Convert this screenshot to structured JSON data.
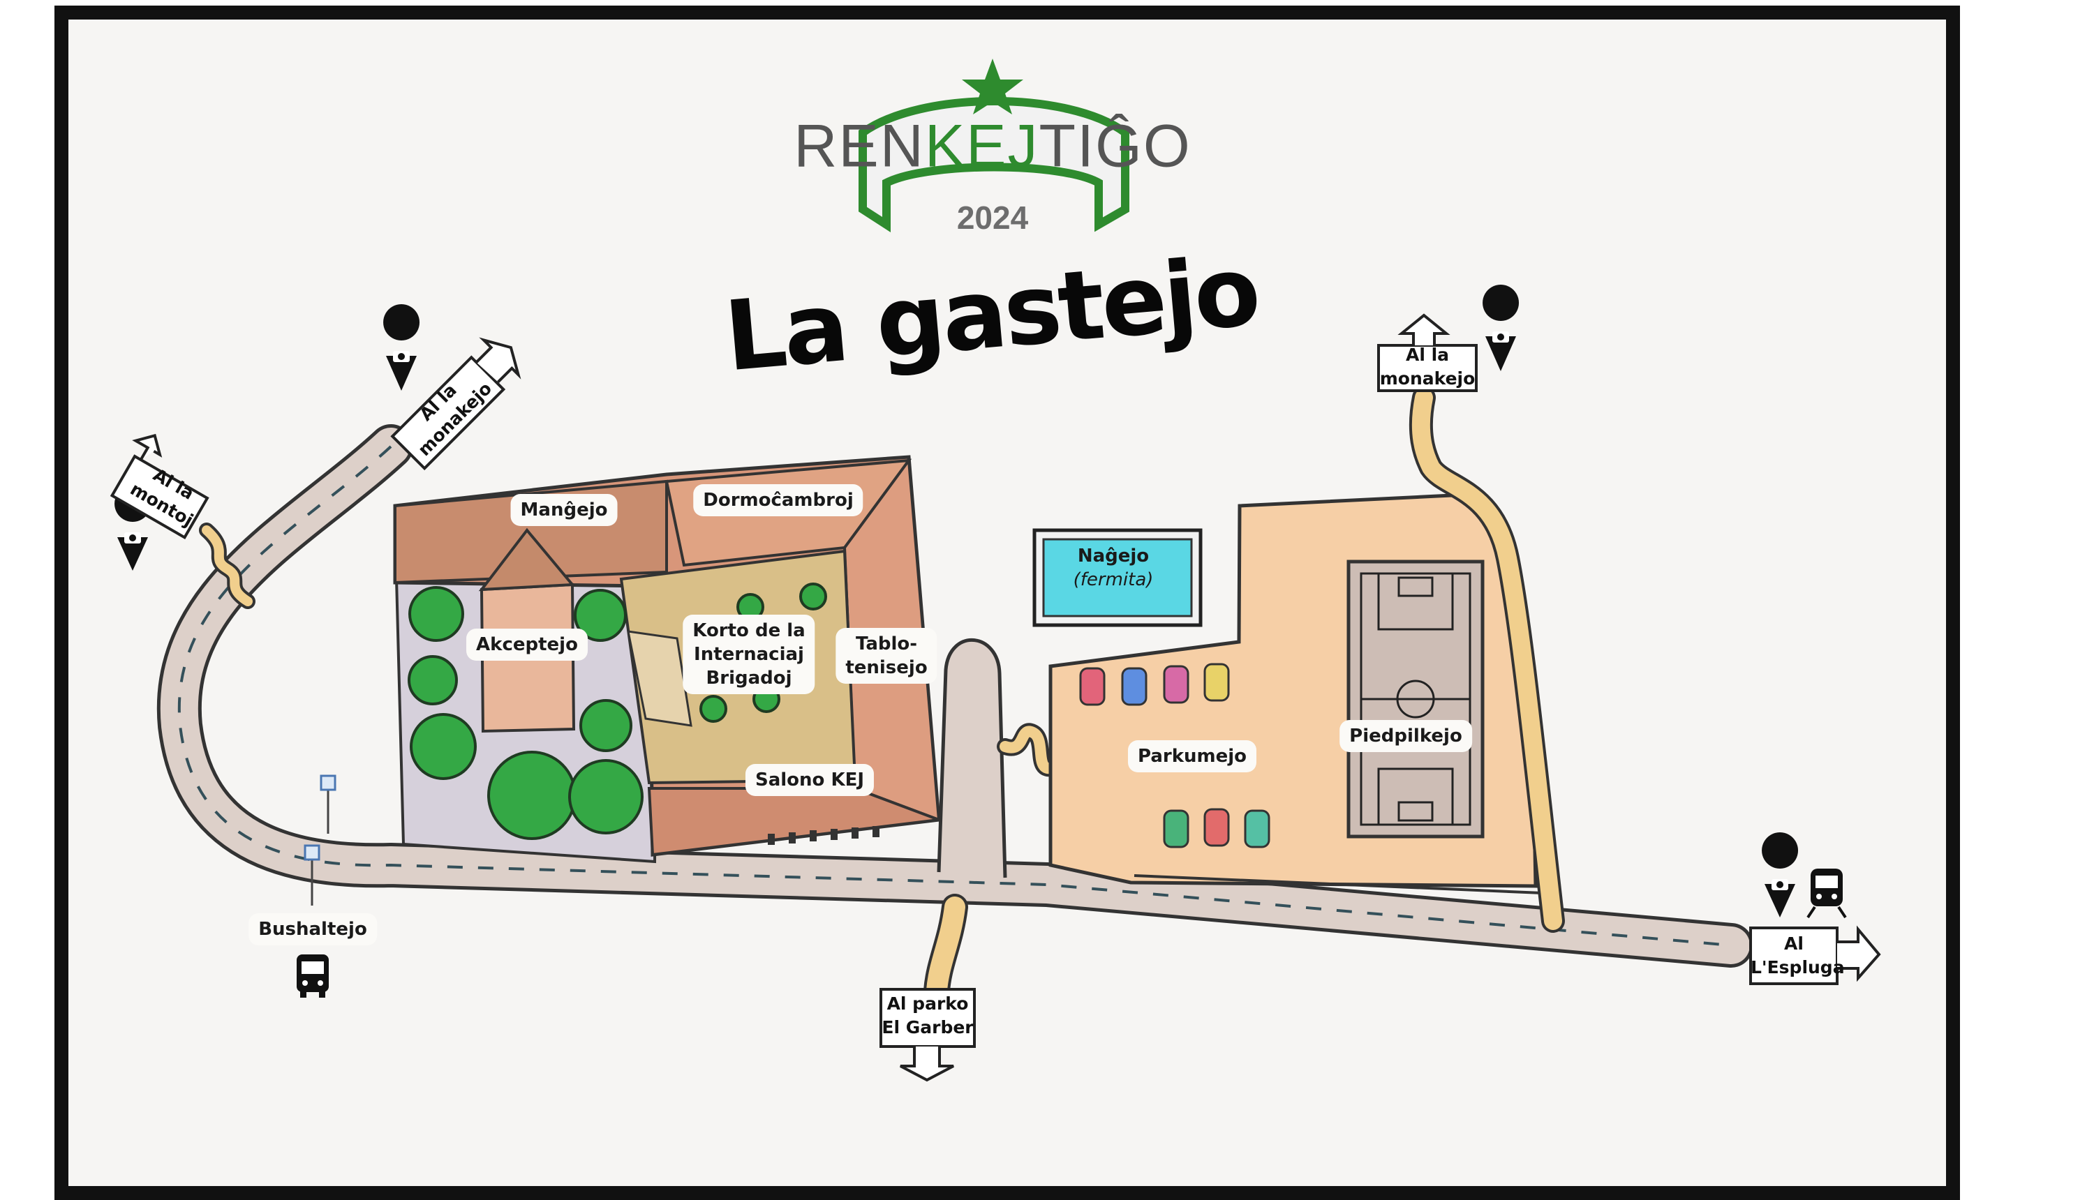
{
  "event": {
    "logo_pre": "REN",
    "logo_kej": "KEJ",
    "logo_post": "TIĜO",
    "year": "2024",
    "title": "La gastejo"
  },
  "places": {
    "manĝejo": "Manĝejo",
    "dormocambroj": "Dormoĉambroj",
    "akceptejo": "Akceptejo",
    "korto": [
      "Korto de la",
      "Internaciaj",
      "Brigadoj"
    ],
    "tablotenisejo": [
      "Tablo-",
      "tenisejo"
    ],
    "salono": "Salono KEJ",
    "nagejo": "Naĝejo",
    "nagejo_note": "(fermita)",
    "parkumejo": "Parkumejo",
    "piedpilkejo": "Piedpilkejo",
    "bushaltejo": "Bushaltejo"
  },
  "signs": {
    "montoj": [
      "Al la",
      "montoj"
    ],
    "monakejo_left": [
      "Al la",
      "monakejo"
    ],
    "monakejo_right": [
      "Al la",
      "monakejo"
    ],
    "parko": [
      "Al parko",
      "El Garber"
    ],
    "espluga": [
      "Al",
      "L'Espluga"
    ]
  },
  "icons": [
    "camera-pin-icon",
    "bus-icon",
    "train-icon",
    "bus-stop-icon",
    "star-icon",
    "car-icon",
    "tree-icon"
  ],
  "colors": {
    "road": "#ddd0c9",
    "path": "#f1cf8d",
    "building": "#d8967a",
    "sport": "#f6cfa6",
    "pool": "#5ad7e4",
    "green": "#2e8b2e",
    "courtyard": "#d9bf88",
    "garden": "#d6d0db"
  }
}
